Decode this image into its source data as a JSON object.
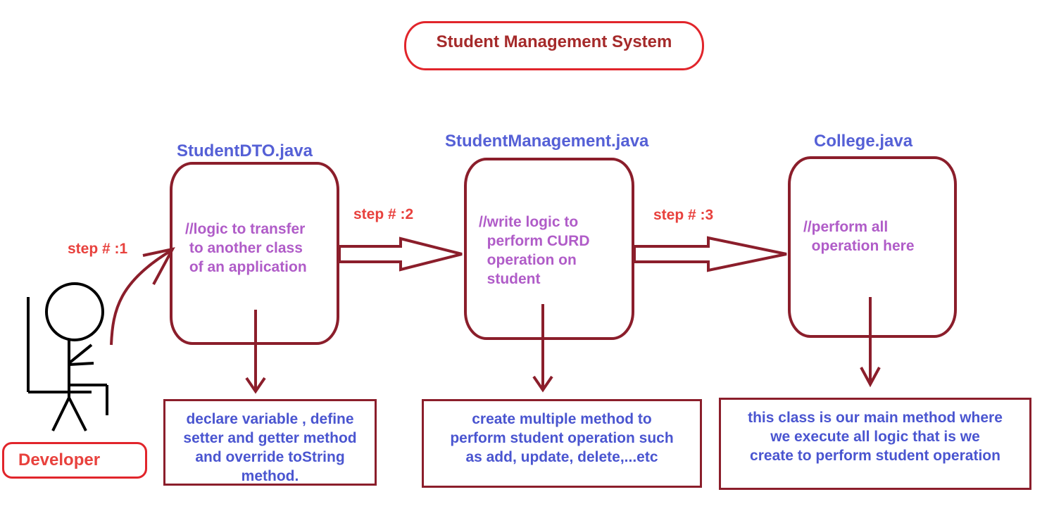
{
  "title": "Student Management System",
  "developer_label": "Developer",
  "steps": [
    "step # :1",
    "step # :2",
    "step # :3"
  ],
  "classes": [
    {
      "name": "StudentDTO.java",
      "logic": "//logic to transfer\n to another class\n of an application",
      "note": "declare variable , define\nsetter and getter method\nand override toString\nmethod."
    },
    {
      "name": "StudentManagement.java",
      "logic": "//write logic to\n  perform CURD\n  operation on\n  student",
      "note": "create multiple method to\nperform student operation such\nas add, update, delete,...etc"
    },
    {
      "name": "College.java",
      "logic": "//perform all\n  operation here",
      "note": "this class is our main method where\nwe execute all logic that is we\ncreate to perform student operation"
    }
  ],
  "colors": {
    "box_stroke": "#8b1e2b",
    "title_border": "#e1252b",
    "title_text": "#a52a2a",
    "class_name": "#5560d6",
    "logic_text": "#b05cc8",
    "step_text": "#e8413d",
    "note_text": "#4a55d0",
    "figure": "#000000"
  },
  "icons": [
    "stick-figure-developer-icon",
    "chair-icon"
  ]
}
